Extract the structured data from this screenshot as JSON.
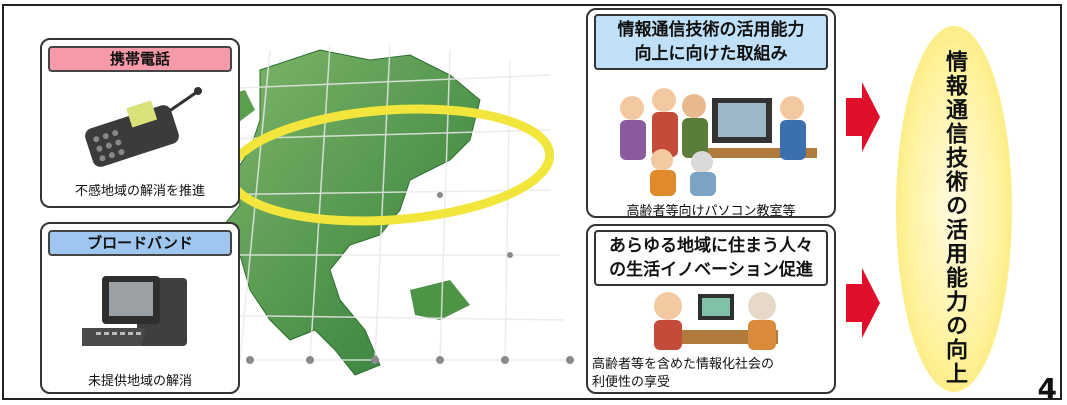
{
  "left_cards": [
    {
      "label": "携帯電話",
      "caption": "不感地域の解消を推進",
      "label_color": "#f59aa8",
      "icon": "mobile-phone-icon"
    },
    {
      "label": "ブロードバンド",
      "caption": "未提供地域の解消",
      "label_color": "#9fc6ee",
      "icon": "computer-icon"
    }
  ],
  "right_cards": [
    {
      "title": "情報通信技術の活用能力\n向上に向けた取組み",
      "caption": "高齢者等向けパソコン教室等",
      "title_color": "#bfe0f8"
    },
    {
      "title": "あらゆる地域に住まう人々\nの生活イノベーション促進",
      "caption": "高齢者等を含めた情報化社会の\n利便性の享受",
      "title_color": "#ffffff"
    }
  ],
  "result": {
    "text": "情報通信技術の活用能力の向上"
  },
  "page_number": "4",
  "colors": {
    "map_green": "#3f8f42",
    "arrow_red": "#e0102a",
    "ring_yellow": "#f2e63c"
  }
}
